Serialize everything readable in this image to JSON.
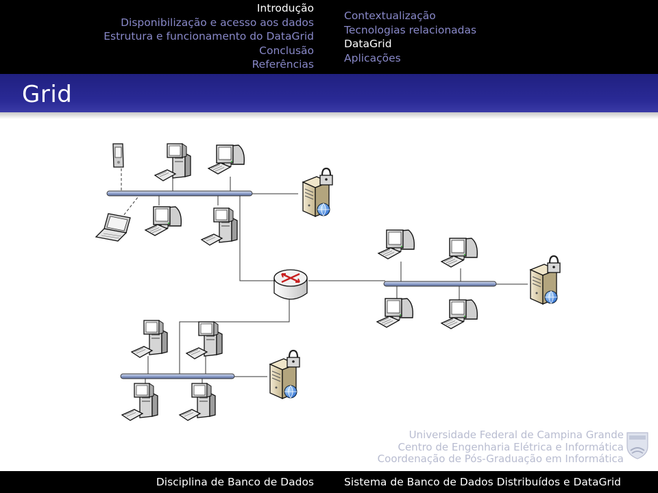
{
  "nav": {
    "sections": [
      {
        "label": "Introdução",
        "active": true
      },
      {
        "label": "Disponibilização e acesso aos dados",
        "active": false
      },
      {
        "label": "Estrutura e funcionamento do DataGrid",
        "active": false
      },
      {
        "label": "Conclusão",
        "active": false
      },
      {
        "label": "Referências",
        "active": false
      }
    ],
    "subsections": [
      {
        "label": "Contextualização",
        "active": false
      },
      {
        "label": "Tecnologias relacionadas",
        "active": false
      },
      {
        "label": "DataGrid",
        "active": true
      },
      {
        "label": "Aplicações",
        "active": false
      }
    ]
  },
  "frame": {
    "title": "Grid"
  },
  "institution": {
    "line1": "Universidade Federal de Campina Grande",
    "line2": "Centro de Engenharia Elétrica e Informática",
    "line3": "Coordenação de Pós-Graduação em Informática"
  },
  "footer": {
    "left": "Disciplina de Banco de Dados",
    "right": "Sistema de Banco de Dados Distribuídos e DataGrid"
  },
  "colors": {
    "nav_background": "#000000",
    "nav_active": "#ffffff",
    "nav_inactive": "#8888c8",
    "title_bar": "#2a2a96",
    "bus": "#8c9cc8",
    "router_arrows": "#c82020"
  },
  "diagram": {
    "networks": [
      {
        "name": "lan-1",
        "devices": [
          "pda-icon",
          "desktop-icon",
          "desktop-icon",
          "laptop-icon",
          "desktop-icon",
          "desktop-icon",
          "secure-server-icon"
        ]
      },
      {
        "name": "lan-2",
        "devices": [
          "desktop-icon",
          "desktop-icon",
          "desktop-icon",
          "desktop-icon",
          "secure-server-icon"
        ]
      },
      {
        "name": "lan-3",
        "devices": [
          "desktop-icon",
          "desktop-icon",
          "desktop-icon",
          "desktop-icon",
          "secure-server-icon"
        ]
      }
    ],
    "hub": "router-icon"
  }
}
